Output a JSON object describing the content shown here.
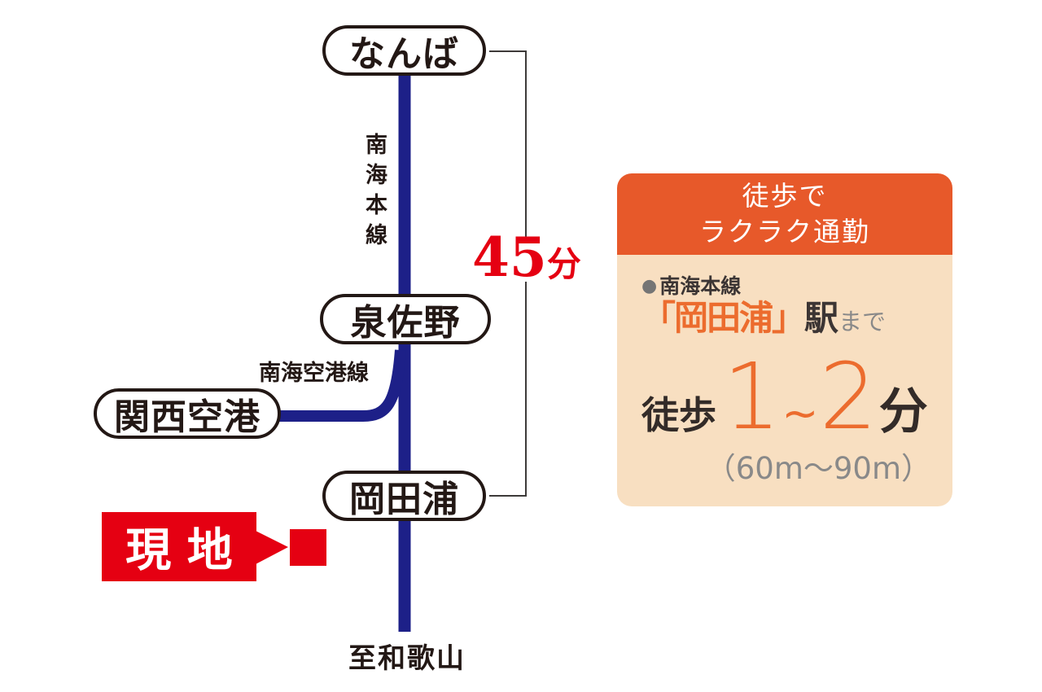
{
  "diagram": {
    "stations": [
      {
        "id": "namba",
        "label": "なんば"
      },
      {
        "id": "izumisano",
        "label": "泉佐野"
      },
      {
        "id": "kansai-airport",
        "label": "関西空港"
      },
      {
        "id": "okadaura",
        "label": "岡田浦"
      }
    ],
    "line_labels": {
      "main_line": "南海本線",
      "airport_line": "南海空港線"
    },
    "duration": {
      "number": "45",
      "unit": "分"
    },
    "site_marker": {
      "label": "現 地"
    },
    "direction_label": "至和歌山",
    "colors": {
      "rail_blue": "#1d2088",
      "marker_red": "#e50012",
      "bracket_gray": "#3d3a39",
      "ink_black": "#231815"
    }
  },
  "info_card": {
    "header": {
      "line1": "徒歩で",
      "line2": "ラクラク通勤"
    },
    "route": {
      "bullet": "●",
      "line_name": "南海本線"
    },
    "destination": {
      "station": "「岡田浦」",
      "station_suffix": "駅",
      "made": "まで"
    },
    "walk": {
      "prefix": "徒歩",
      "from": "1",
      "tilde": "~",
      "to": "2",
      "unit": "分"
    },
    "distance": "（60m〜90m）",
    "colors": {
      "header_bg": "#e7592a",
      "body_bg": "#f8dfc1",
      "accent_orange": "#ec6c2e",
      "text_dark": "#332b28",
      "text_gray": "#898989"
    }
  }
}
